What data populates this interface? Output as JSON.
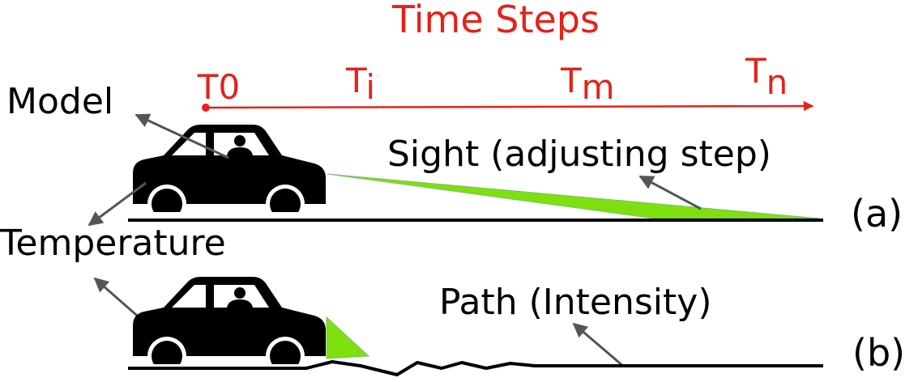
{
  "title": "Time Steps",
  "time_labels": {
    "t0": "T0",
    "ti_base": "T",
    "ti_sub": "i",
    "tm_base": "T",
    "tm_sub": "m",
    "tn_base": "T",
    "tn_sub": "n"
  },
  "labels": {
    "model": "Model",
    "temperature": "Temperature",
    "sight": "Sight (adjusting step)",
    "path": "Path (Intensity)",
    "panel_a": "(a)",
    "panel_b": "(b)"
  },
  "colors": {
    "accent": "#e2231a",
    "beam": "#7ee00f",
    "ink": "#000000",
    "pointer": "#555555"
  }
}
